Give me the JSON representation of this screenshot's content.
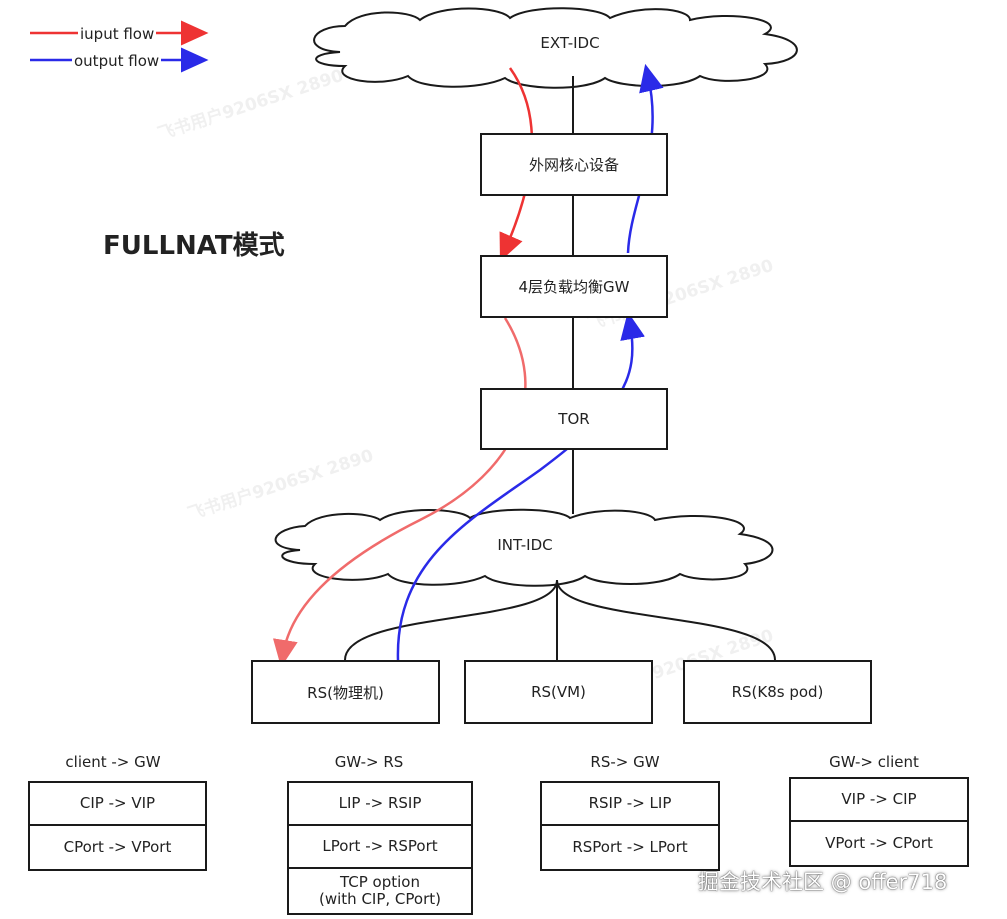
{
  "legend": {
    "input_label": "iuput flow",
    "output_label": "output flow",
    "input_color": "#ee3333",
    "output_color": "#2a2ae8"
  },
  "mode_title": "FULLNAT模式",
  "nodes": {
    "ext_idc": "EXT-IDC",
    "core": "外网核心设备",
    "l4gw": "4层负载均衡GW",
    "tor": "TOR",
    "int_idc": "INT-IDC",
    "rs_physical": "RS(物理机)",
    "rs_vm": "RS(VM)",
    "rs_k8s": "RS(K8s pod)"
  },
  "tables": [
    {
      "title": "client -> GW",
      "rows": [
        "CIP -> VIP",
        "CPort -> VPort"
      ]
    },
    {
      "title": "GW-> RS",
      "rows": [
        "LIP -> RSIP",
        "LPort -> RSPort",
        "TCP option\n(with CIP, CPort)"
      ]
    },
    {
      "title": "RS-> GW",
      "rows": [
        "RSIP -> LIP",
        "RSPort -> LPort"
      ]
    },
    {
      "title": "GW-> client",
      "rows": [
        "VIP -> CIP",
        "VPort -> CPort"
      ]
    }
  ],
  "watermark": "飞书用户9206SX 2890",
  "footer": "掘金技术社区 @ offer718"
}
